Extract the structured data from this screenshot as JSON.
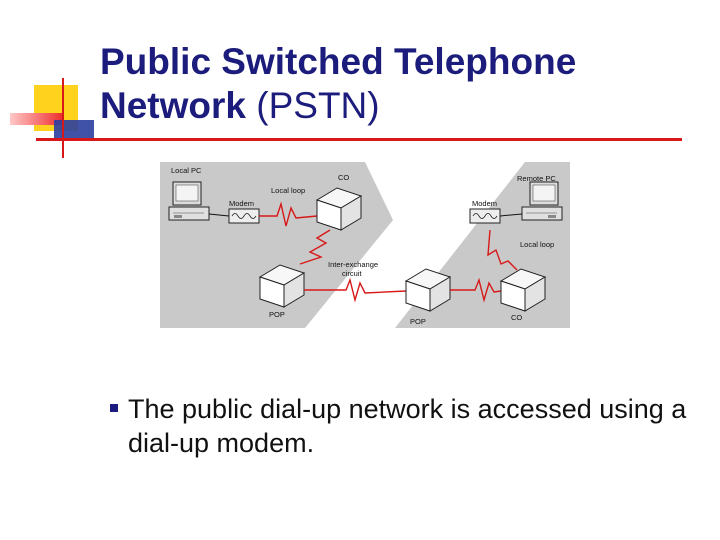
{
  "title": {
    "bold": "Public Switched Telephone Network",
    "normal": " (PSTN)"
  },
  "diagram": {
    "labels": {
      "local_pc": "Local PC",
      "local_loop_left": "Local loop",
      "co_left": "CO",
      "modem_left": "Modem",
      "remote_pc": "Remote PC",
      "modem_right": "Modem",
      "local_loop_right": "Local loop",
      "inter_exchange_1": "Inter-exchange",
      "inter_exchange_2": "circuit",
      "pop_left": "POP",
      "pop_right": "POP",
      "co_right": "CO"
    }
  },
  "bullets": [
    "The public dial-up network is accessed using a dial-up modem."
  ],
  "colors": {
    "title": "#1c1c7c",
    "rule": "#d81818",
    "deco_yellow": "#ffd21e",
    "deco_red": "#ee2a2a",
    "deco_blue": "#2b3e9e",
    "diagram_bg": "#c9c9c9",
    "lightning": "#d81818"
  }
}
